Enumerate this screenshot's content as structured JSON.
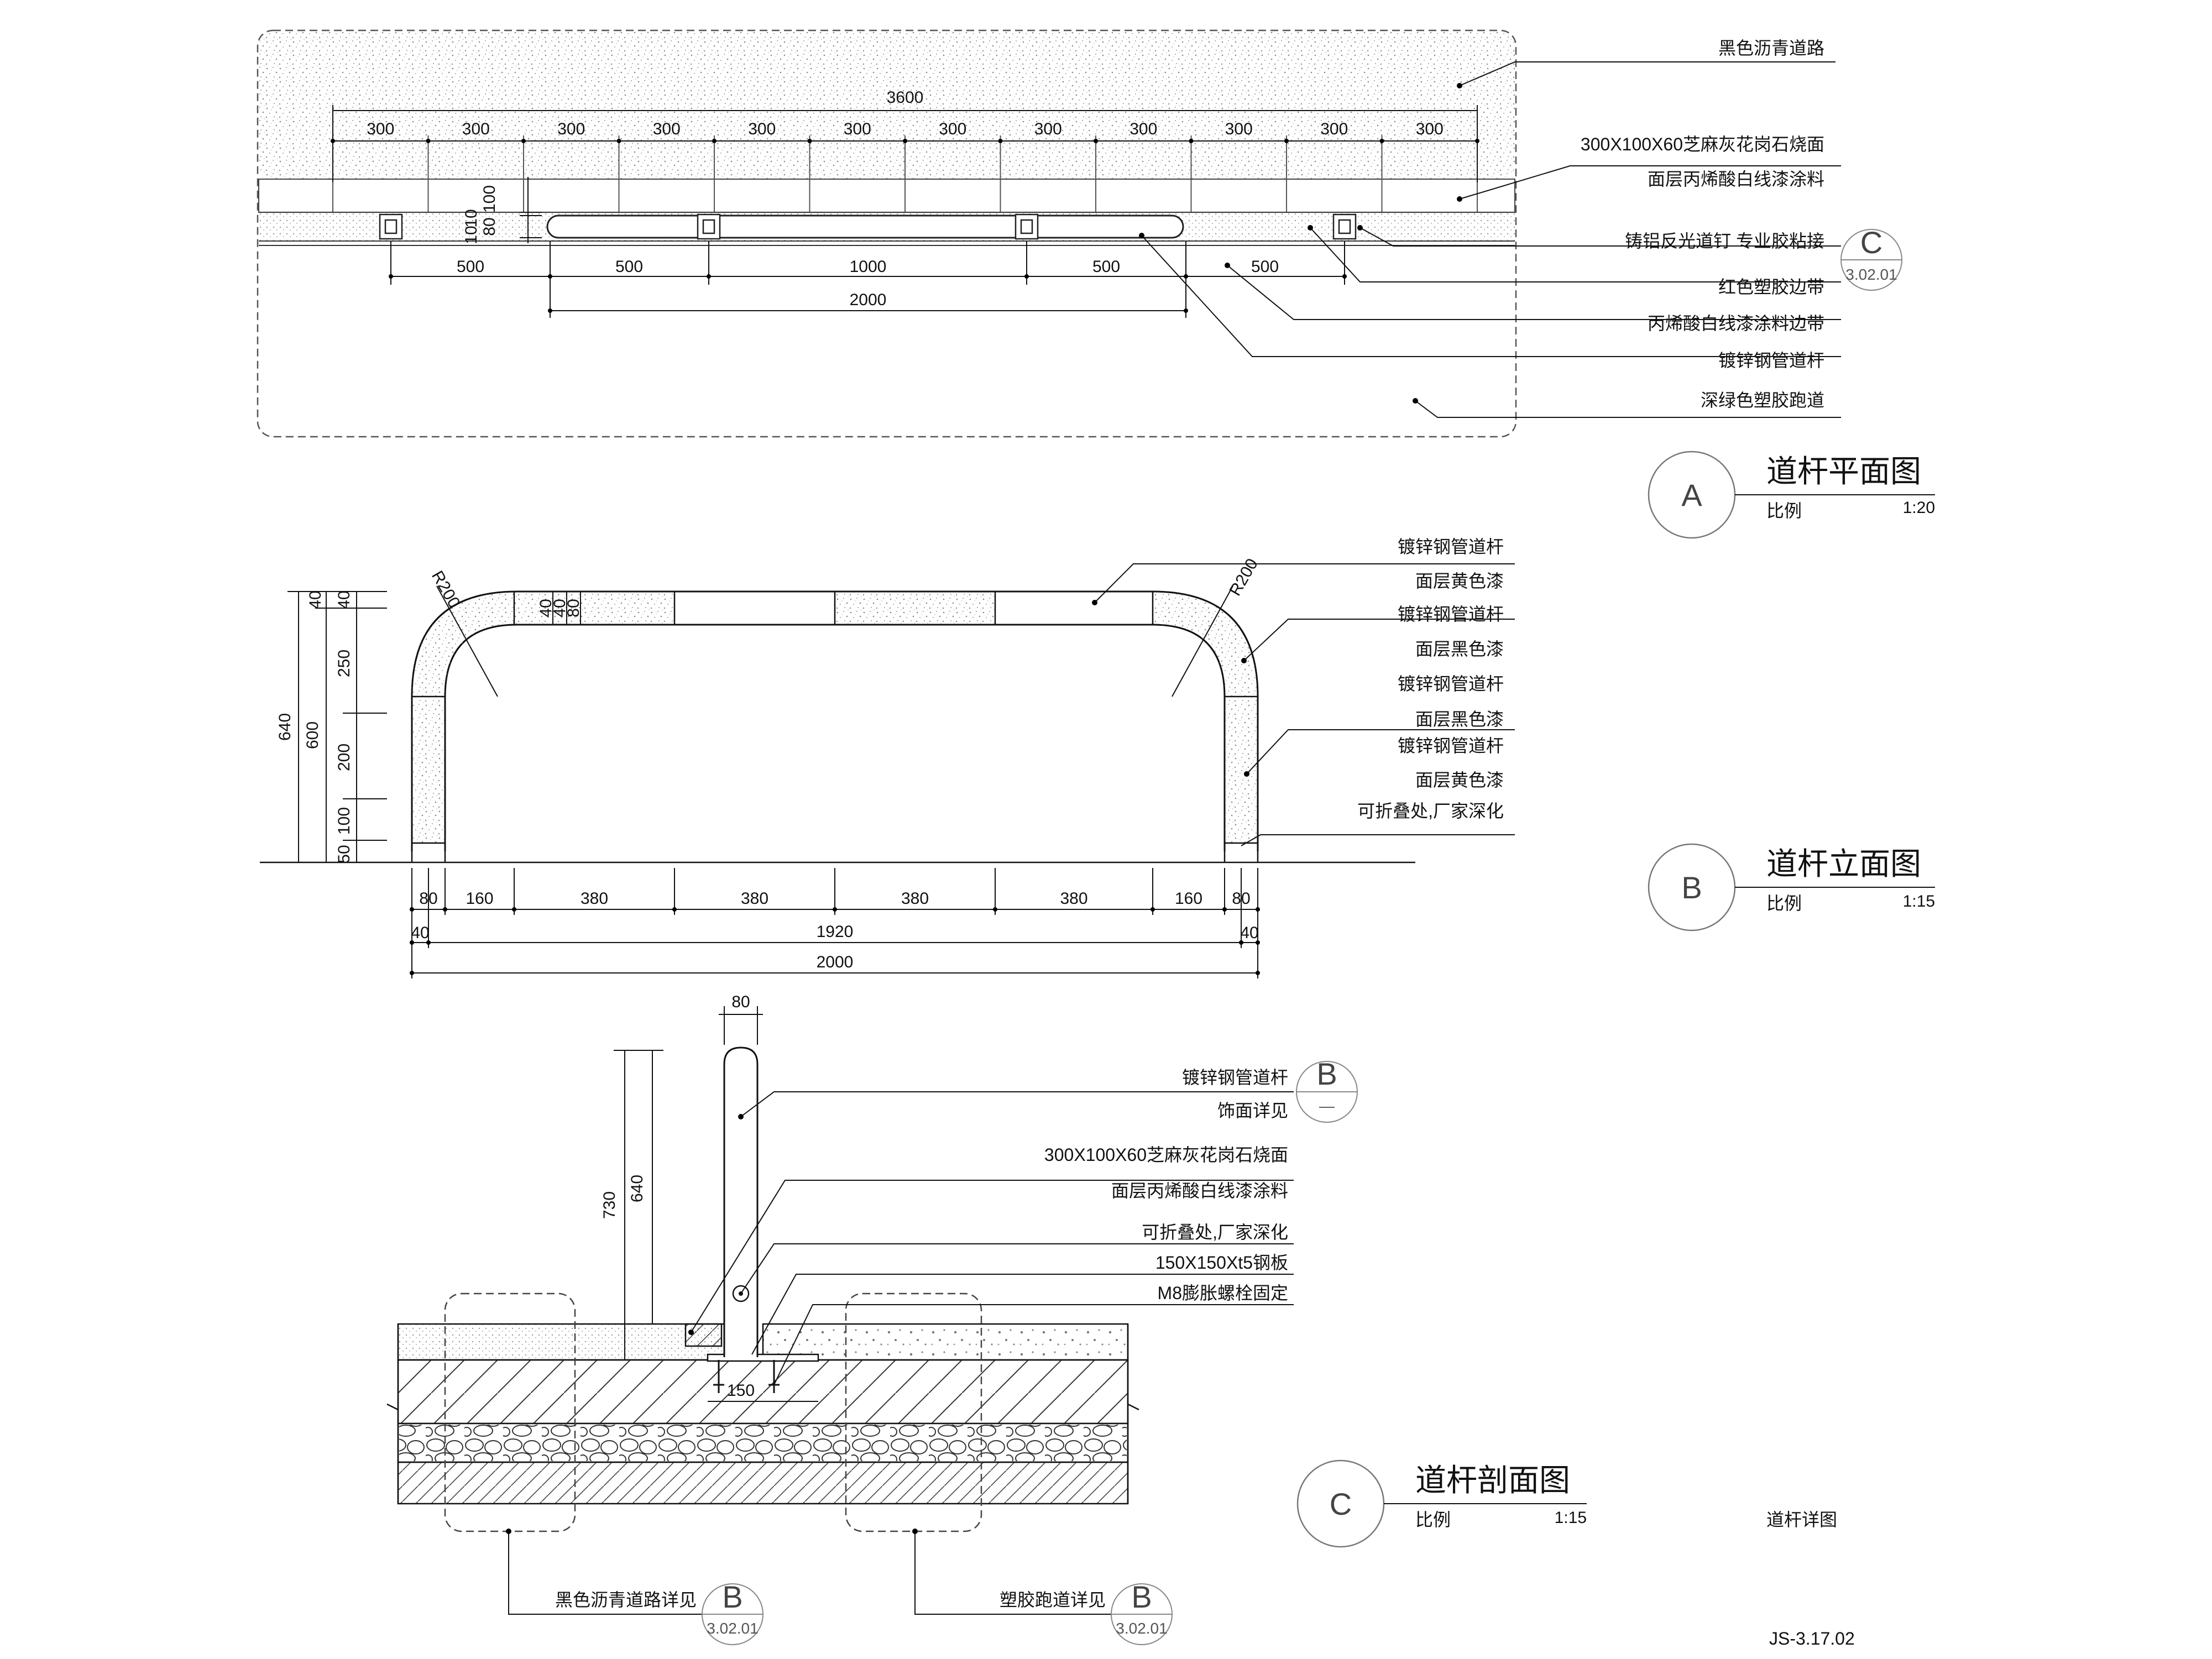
{
  "plan": {
    "labels": [
      "黑色沥青道路",
      "300X100X60芝麻灰花岗石烧面",
      "面层丙烯酸白线漆涂料",
      "铸铝反光道钉 专业胶粘接",
      "红色塑胶边带",
      "丙烯酸白线漆涂料边带",
      "镀锌钢管道杆",
      "深绿色塑胶跑道"
    ],
    "ref_c": {
      "letter": "C",
      "sheet": "3.02.01"
    },
    "dim_total": "3600",
    "dim_unit": "300",
    "dims_vertical": [
      "100",
      "10",
      "10",
      "80"
    ],
    "dims_lower": [
      "500",
      "500",
      "1000",
      "500",
      "500"
    ],
    "dim_lower_total": "2000",
    "title": {
      "letter": "A",
      "name": "道杆平面图",
      "scale_label": "比例",
      "scale": "1:20"
    }
  },
  "elevation": {
    "labels": [
      "镀锌钢管道杆",
      "面层黄色漆",
      "镀锌钢管道杆",
      "面层黑色漆",
      "镀锌钢管道杆",
      "面层黑色漆",
      "镀锌钢管道杆",
      "面层黄色漆",
      "可折叠处,厂家深化"
    ],
    "radius_left": "R200",
    "radius_right": "R200",
    "dims_left": [
      "640",
      "600"
    ],
    "dims_left_parts": [
      "40",
      "40",
      "250",
      "200",
      "100",
      "50"
    ],
    "dims_top_small": [
      "40",
      "40",
      "80"
    ],
    "dims_bottom": [
      "80",
      "160",
      "380",
      "380",
      "380",
      "380",
      "160",
      "80"
    ],
    "dims_bottom_mid": [
      "40",
      "1920",
      "40"
    ],
    "dim_bottom_total": "2000",
    "title": {
      "letter": "B",
      "name": "道杆立面图",
      "scale_label": "比例",
      "scale": "1:15"
    }
  },
  "section": {
    "labels": [
      "镀锌钢管道杆",
      "饰面详见",
      "300X100X60芝麻灰花岗石烧面",
      "面层丙烯酸白线漆涂料",
      "可折叠处,厂家深化",
      "150X150Xt5钢板",
      "M8膨胀螺栓固定"
    ],
    "ref_b": {
      "letter": "B",
      "sheet": "—"
    },
    "dim_top": "80",
    "dims_height": [
      "730",
      "640"
    ],
    "dim_plate": "150",
    "bottom_left": {
      "label": "黑色沥青道路详见",
      "letter": "B",
      "sheet": "3.02.01"
    },
    "bottom_right": {
      "label": "塑胶跑道详见",
      "letter": "B",
      "sheet": "3.02.01"
    },
    "title": {
      "letter": "C",
      "name": "道杆剖面图",
      "scale_label": "比例",
      "scale": "1:15"
    }
  },
  "sheet_title": "道杆详图",
  "sheet_number": "JS-3.17.02"
}
